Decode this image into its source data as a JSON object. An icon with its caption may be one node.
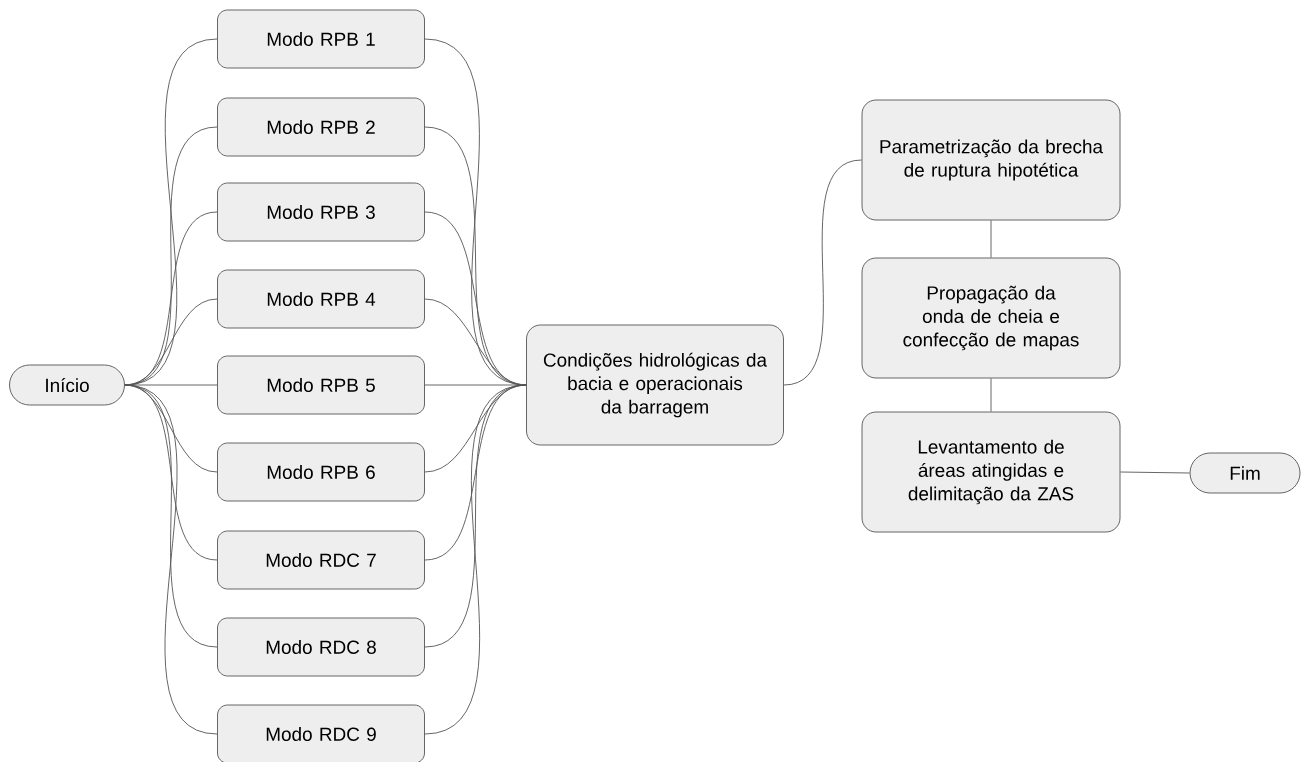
{
  "diagram": {
    "nodes": [
      {
        "text": [
          "Início"
        ]
      },
      {
        "text": [
          "Modo RPB 1"
        ]
      },
      {
        "text": [
          "Modo RPB 2"
        ]
      },
      {
        "text": [
          "Modo RPB 3"
        ]
      },
      {
        "text": [
          "Modo RPB 4"
        ]
      },
      {
        "text": [
          "Modo RPB 5"
        ]
      },
      {
        "text": [
          "Modo RPB 6"
        ]
      },
      {
        "text": [
          "Modo RDC 7"
        ]
      },
      {
        "text": [
          "Modo RDC 8"
        ]
      },
      {
        "text": [
          "Modo RDC 9"
        ]
      },
      {
        "text": [
          "Condições hidrológicas da bacia e operacionais da barragem"
        ]
      },
      {
        "text": [
          "Parametrização da brecha de ruptura hipotética"
        ]
      },
      {
        "text": [
          "Propagação da onda de cheia e confecção de mapas"
        ]
      },
      {
        "text": [
          "Levantamento de áreas atingidas e delimitação da ZAS"
        ]
      },
      {
        "text": [
          "Fim"
        ]
      }
    ],
    "edges": [
      {
        "from": 0,
        "to": 1,
        "arrow": "none"
      },
      {
        "from": 0,
        "to": 2,
        "arrow": "none"
      },
      {
        "from": 0,
        "to": 3,
        "arrow": "none"
      },
      {
        "from": 0,
        "to": 4,
        "arrow": "none"
      },
      {
        "from": 0,
        "to": 5,
        "arrow": "none"
      },
      {
        "from": 0,
        "to": 6,
        "arrow": "none"
      },
      {
        "from": 0,
        "to": 7,
        "arrow": "none"
      },
      {
        "from": 0,
        "to": 8,
        "arrow": "none"
      },
      {
        "from": 0,
        "to": 9,
        "arrow": "none"
      },
      {
        "from": 1,
        "to": 10,
        "arrow": "none"
      },
      {
        "from": 2,
        "to": 10,
        "arrow": "none"
      },
      {
        "from": 3,
        "to": 10,
        "arrow": "none"
      },
      {
        "from": 4,
        "to": 10,
        "arrow": "none"
      },
      {
        "from": 5,
        "to": 10,
        "arrow": "none"
      },
      {
        "from": 6,
        "to": 10,
        "arrow": "none"
      },
      {
        "from": 7,
        "to": 10,
        "arrow": "none"
      },
      {
        "from": 8,
        "to": 10,
        "arrow": "none"
      },
      {
        "from": 9,
        "to": 10,
        "arrow": "none"
      },
      {
        "from": 10,
        "to": 11,
        "arrow": "none"
      },
      {
        "from": 11,
        "to": 12,
        "arrow": "none"
      },
      {
        "from": 12,
        "to": 13,
        "arrow": "none"
      },
      {
        "from": 13,
        "to": 14,
        "arrow": "none"
      }
    ]
  }
}
